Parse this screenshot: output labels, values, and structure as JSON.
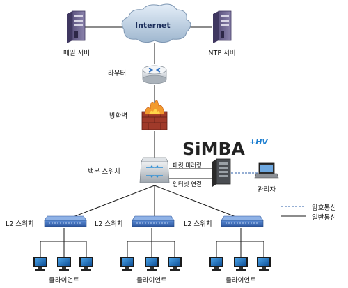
{
  "nodes": {
    "internet": "Internet",
    "mail_server": "메일 서버",
    "ntp_server": "NTP 서버",
    "router": "라우터",
    "firewall": "방화벽",
    "backbone_switch": "백본 스위치",
    "admin": "관리자",
    "l2_switch": "L2 스위치",
    "client": "클라이언트"
  },
  "links": {
    "packet_mirroring": "패킷 미러링",
    "internet_connection": "인터넷 연결"
  },
  "logo": {
    "main": "SiMBA",
    "sup": "+HV"
  },
  "legend": {
    "encrypted": "암호통신",
    "normal": "일반통신"
  },
  "colors": {
    "encrypted_line": "#2e5fa8",
    "normal_line": "#1a1a1a",
    "switch_blue": "#3d6fc0",
    "firewall_red": "#a03a2a"
  }
}
